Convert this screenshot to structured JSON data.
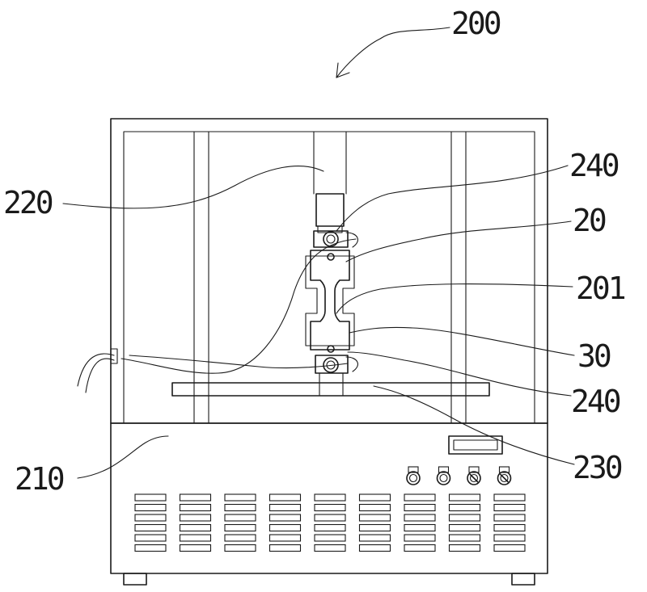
{
  "labels": {
    "assembly": "200",
    "base_cabinet": "210",
    "column": "220",
    "platform": "230",
    "clamp_top": "240",
    "specimen": "20",
    "specimen_waist": "201",
    "fixture": "30",
    "clamp_bottom": "240"
  },
  "vent_grid": {
    "columns": 9,
    "rows": 6
  },
  "control_knobs": {
    "count": 4
  },
  "stroke_color": "#1a1a1a"
}
